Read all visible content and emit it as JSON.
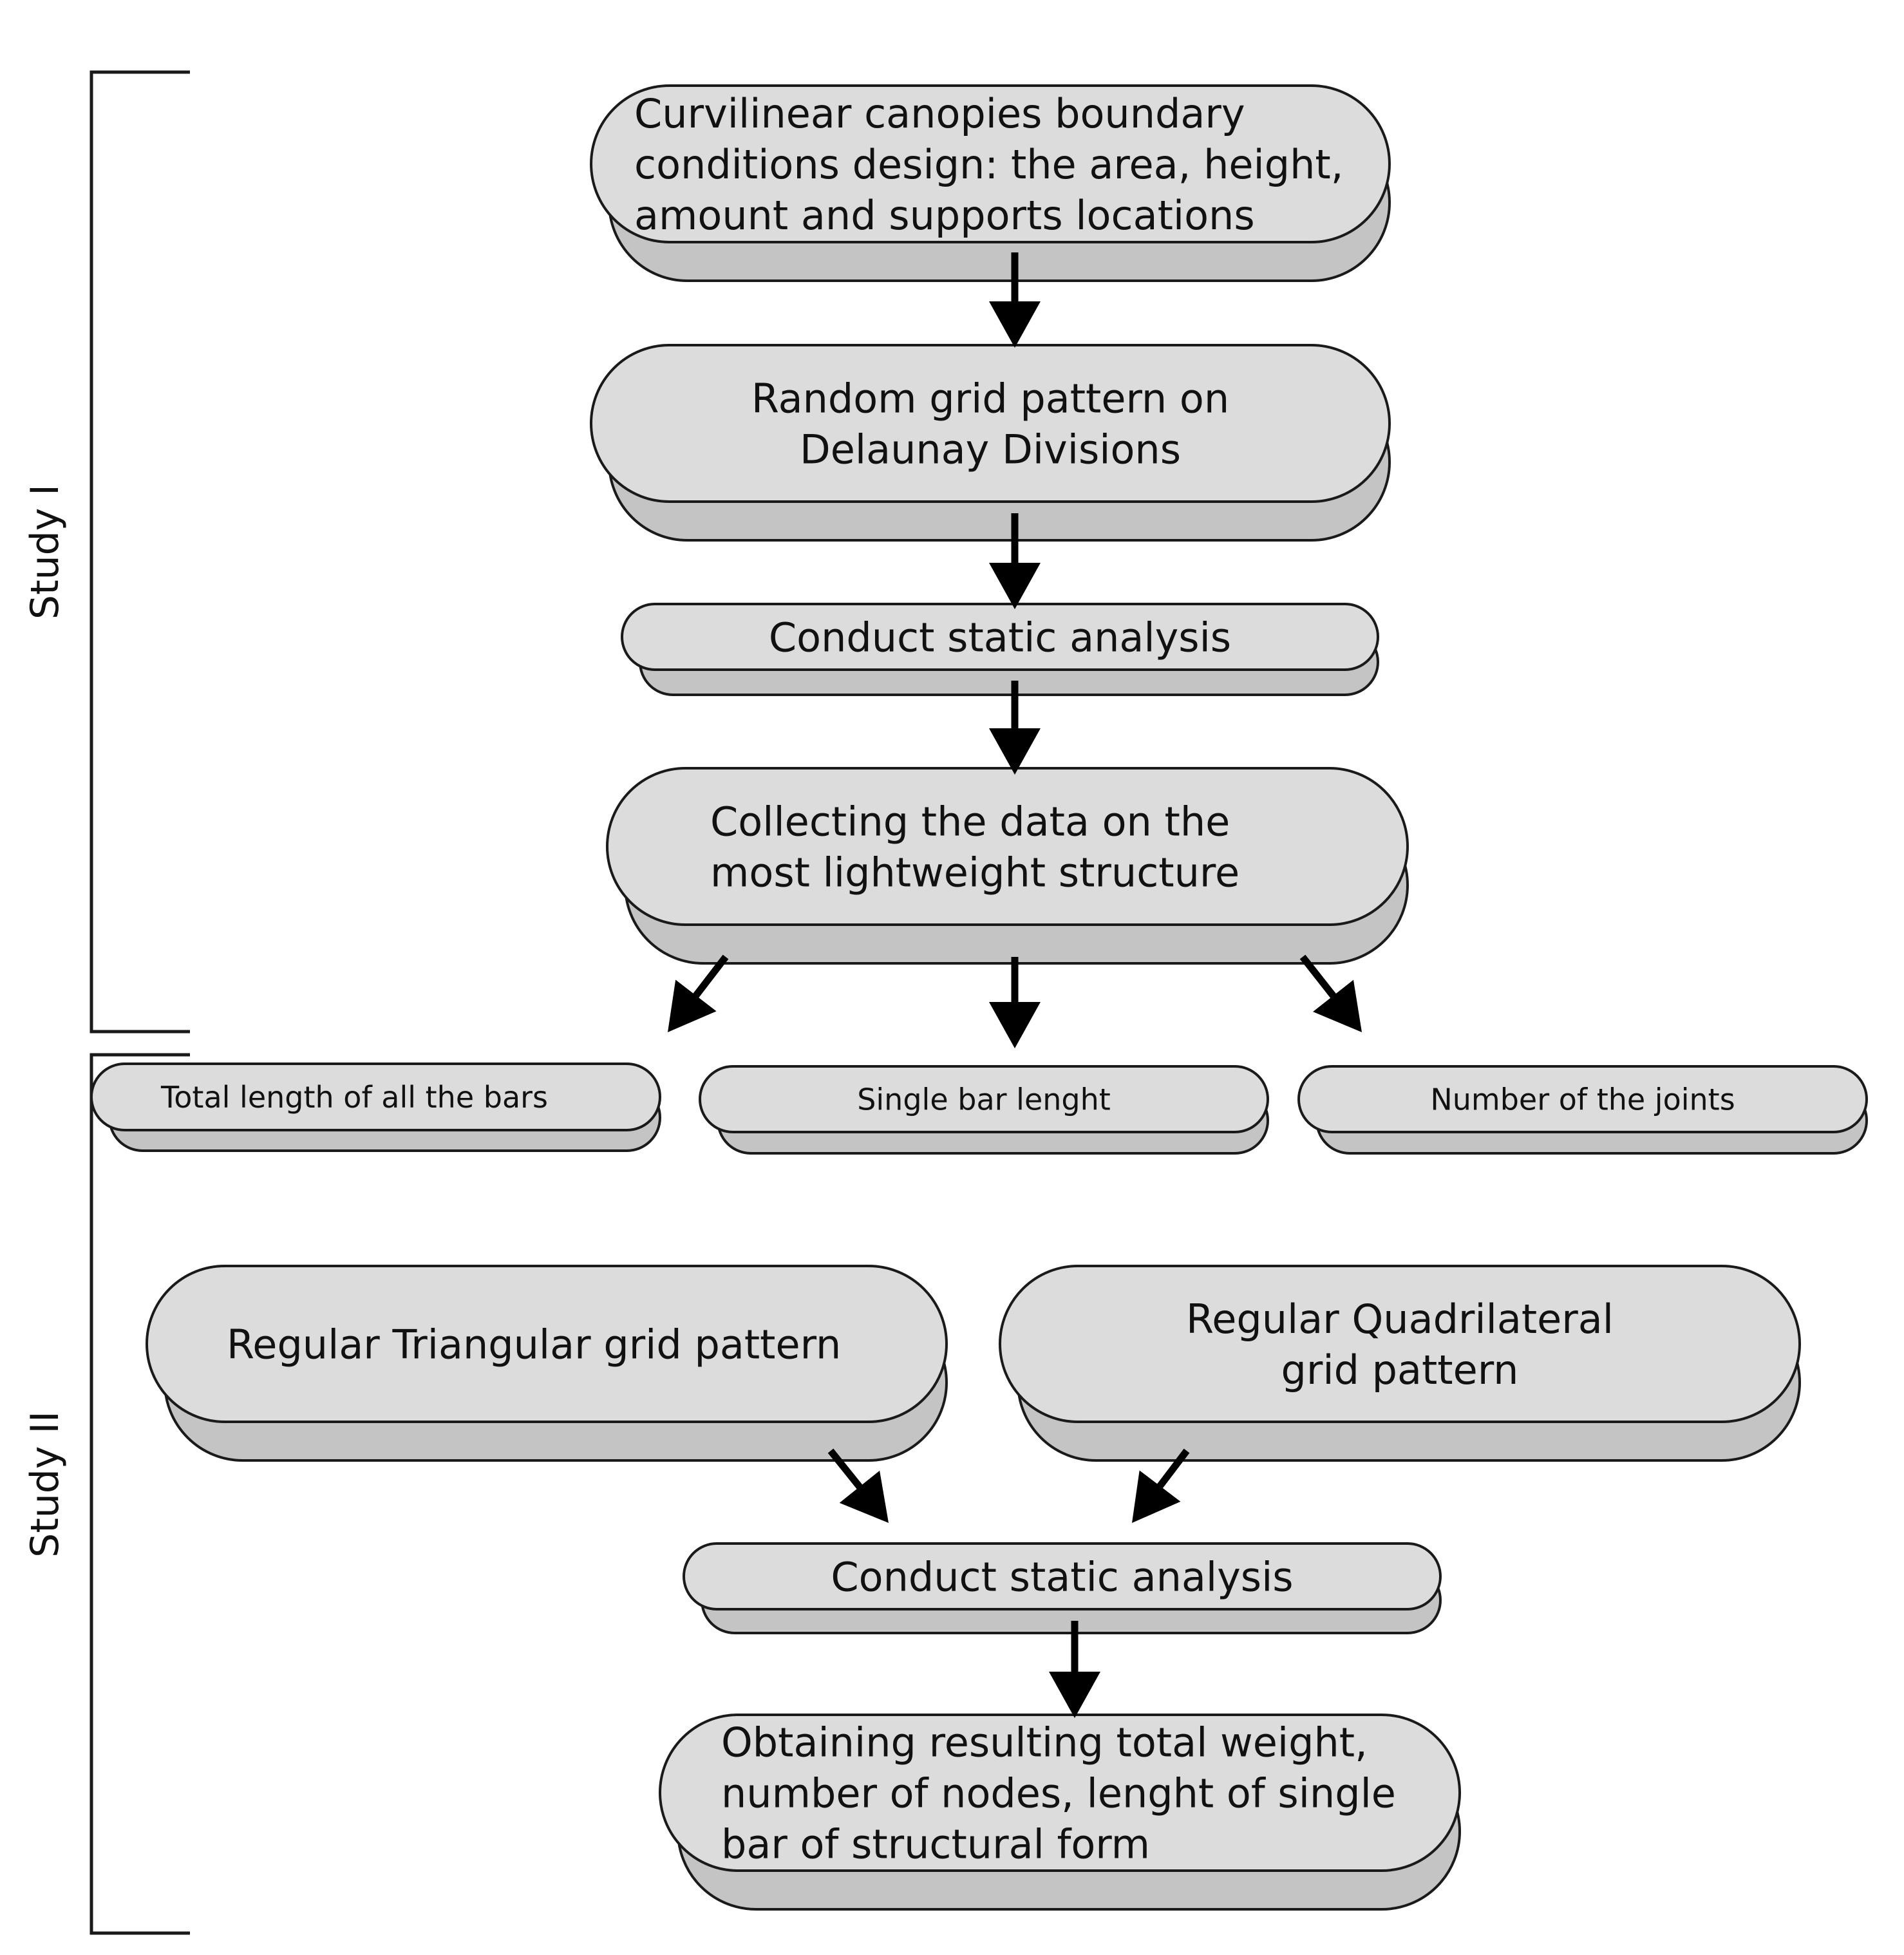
{
  "study_labels": {
    "study_1": "Study I",
    "study_2": "Study II"
  },
  "nodes": {
    "boundary_conditions": [
      "Curvilinear canopies boundary",
      "conditions design: the area, height,",
      "amount and supports locations"
    ],
    "random_grid": [
      "Random grid pattern on",
      "Delaunay Divisions"
    ],
    "static_analysis_1": [
      "Conduct static analysis"
    ],
    "collecting_data": [
      "Collecting the data on the",
      "most lightweight structure"
    ],
    "total_length": [
      "Total length of all the bars"
    ],
    "single_bar": [
      "Single bar lenght"
    ],
    "joints": [
      "Number of the joints"
    ],
    "triangular_grid": [
      "Regular Triangular grid pattern"
    ],
    "quadrilateral_grid": [
      "Regular Quadrilateral",
      "grid pattern"
    ],
    "static_analysis_2": [
      "Conduct static analysis"
    ],
    "results": [
      "Obtaining resulting total weight,",
      "number of nodes, lenght of single",
      "bar of structural form"
    ]
  },
  "colors": {
    "box_top": "#dcdcdc",
    "box_side": "#c4c4c4",
    "stroke": "#1a1a1a",
    "arrow": "#000000",
    "background": "#ffffff"
  }
}
